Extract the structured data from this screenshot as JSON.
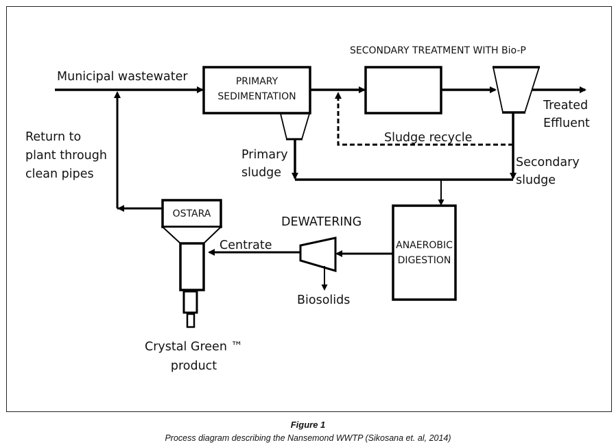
{
  "diagram": {
    "inputs": {
      "municipal_wastewater": "Municipal wastewater"
    },
    "units": {
      "primary_sedimentation": [
        "PRIMARY",
        "SEDIMENTATION"
      ],
      "secondary_treatment": "SECONDARY TREATMENT WITH Bio-P",
      "anaerobic_digestion": [
        "ANAEROBIC",
        "DIGESTION"
      ],
      "dewatering": "DEWATERING",
      "ostara": "OSTARA"
    },
    "streams": {
      "treated_effluent": [
        "Treated",
        "Effluent"
      ],
      "sludge_recycle": "Sludge recycle",
      "primary_sludge": [
        "Primary",
        "sludge"
      ],
      "secondary_sludge": [
        "Secondary",
        "sludge"
      ],
      "centrate": "Centrate",
      "biosolids": "Biosolids",
      "return_to_plant": [
        "Return to",
        "plant through",
        "clean pipes"
      ],
      "product": [
        "Crystal Green ™",
        "product"
      ]
    }
  },
  "caption": {
    "title": "Figure 1",
    "text": "Process diagram describing the Nansemond WWTP (Sikosana et. al, 2014)"
  }
}
